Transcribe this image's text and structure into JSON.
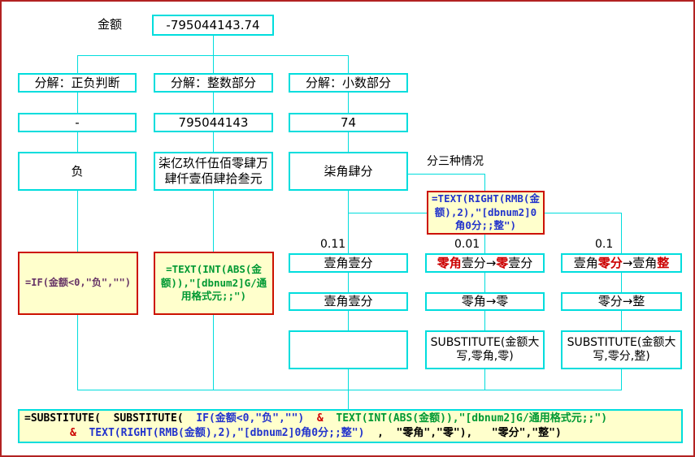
{
  "colors": {
    "line_cyan": "#00dddd",
    "outer_border": "#b22222",
    "formula_border": "#cc1100",
    "formula_bg": "#ffffcc",
    "blue": "#2233cc",
    "green": "#009933",
    "purple": "#663366",
    "red_text": "#cc0000"
  },
  "top": {
    "label": "金额",
    "amount": "-795044143.74"
  },
  "decompose": {
    "sign": {
      "header": "分解：正负判断",
      "value": "-",
      "result": "负"
    },
    "integer": {
      "header": "分解：整数部分",
      "value": "795044143",
      "result": "柒亿玖仟伍佰零肆万肆仟壹佰肆拾叁元"
    },
    "decimal": {
      "header": "分解：小数部分",
      "value": "74",
      "result": "柒角肆分"
    }
  },
  "three_cases_label": "分三种情况",
  "formulas": {
    "if_formula": "=IF(金额<0,\"负\",\"\")",
    "text_int_formula": "=TEXT(INT(ABS(金额)),\"[dbnum2]G/通用格式元;;\")",
    "text_right_formula": "=TEXT(RIGHT(RMB(金额),2),\"[dbnum2]0角0分;;整\")"
  },
  "cases": [
    {
      "label": "0.11",
      "row1": [
        {
          "t": "壹角壹分",
          "c": "k"
        }
      ],
      "row2": "壹角壹分",
      "row3": ""
    },
    {
      "label": "0.01",
      "row1": [
        {
          "t": "零角",
          "c": "r"
        },
        {
          "t": "壹分→",
          "c": "k"
        },
        {
          "t": "零",
          "c": "r"
        },
        {
          "t": "壹分",
          "c": "k"
        }
      ],
      "row2": "零角→零",
      "row3": "SUBSTITUTE(金额大写,零角,零)"
    },
    {
      "label": "0.1",
      "row1": [
        {
          "t": "壹角",
          "c": "k"
        },
        {
          "t": "零分",
          "c": "r"
        },
        {
          "t": "→壹角",
          "c": "k"
        },
        {
          "t": "整",
          "c": "r"
        }
      ],
      "row2": "零分→整",
      "row3": "SUBSTITUTE(金额大写,零分,整)"
    }
  ],
  "bottom_formula": {
    "line1": [
      {
        "t": "=SUBSTITUTE(  SUBSTITUTE(  ",
        "c": "k"
      },
      {
        "t": "IF(金额<0,\"负\",\"\")",
        "c": "b"
      },
      {
        "t": "  &  ",
        "c": "r"
      },
      {
        "t": "TEXT(INT(ABS(金额)),\"[dbnum2]G/通用格式元;;\")",
        "c": "g"
      }
    ],
    "line2": [
      {
        "t": "&  ",
        "c": "r"
      },
      {
        "t": "TEXT(RIGHT(RMB(金额),2),\"[dbnum2]0角0分;;整\")",
        "c": "b"
      },
      {
        "t": "  ,  \"零角\",\"零\"),   \"零分\",\"整\")",
        "c": "k"
      }
    ]
  }
}
